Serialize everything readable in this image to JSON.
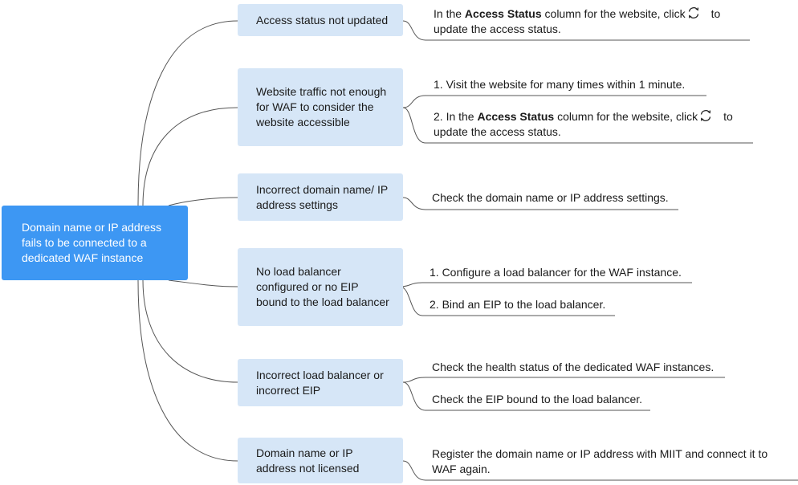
{
  "root": {
    "label": "Domain name or IP address fails to be connected to a dedicated WAF instance"
  },
  "causes": [
    {
      "label": "Access status not updated",
      "solutions": [
        {
          "pre": "In the ",
          "bold": "Access Status",
          "post": " column for the website, click",
          "icon": "refresh-icon",
          "after_icon": "to",
          "line2": "update the access status."
        }
      ]
    },
    {
      "label": "Website traffic not enough for WAF to consider the website accessible",
      "solutions": [
        {
          "text": "1. Visit the website for many times within 1 minute."
        },
        {
          "pre": "2. In the ",
          "bold": "Access Status",
          "post": " column for the website, click",
          "icon": "refresh-icon",
          "after_icon": "to",
          "line2": "update the access status."
        }
      ]
    },
    {
      "label": "Incorrect domain name/ IP address settings",
      "solutions": [
        {
          "text": "Check the domain name or IP address settings."
        }
      ]
    },
    {
      "label": "No load balancer configured or no EIP bound to the load balancer",
      "solutions": [
        {
          "text": "1. Configure a load balancer for the WAF instance."
        },
        {
          "text": "2. Bind an EIP to the load balancer."
        }
      ]
    },
    {
      "label": "Incorrect load balancer or incorrect EIP",
      "solutions": [
        {
          "text": "Check the health status of the dedicated WAF instances."
        },
        {
          "text": "Check the EIP bound to the load balancer."
        }
      ]
    },
    {
      "label": "Domain name or IP address not licensed",
      "solutions": [
        {
          "text": "Register the domain name or IP address with MIIT and connect it to",
          "line2": "WAF again."
        }
      ]
    }
  ],
  "colors": {
    "root": "#3d97f3",
    "cause": "#d6e6f7",
    "line": "#555555"
  }
}
